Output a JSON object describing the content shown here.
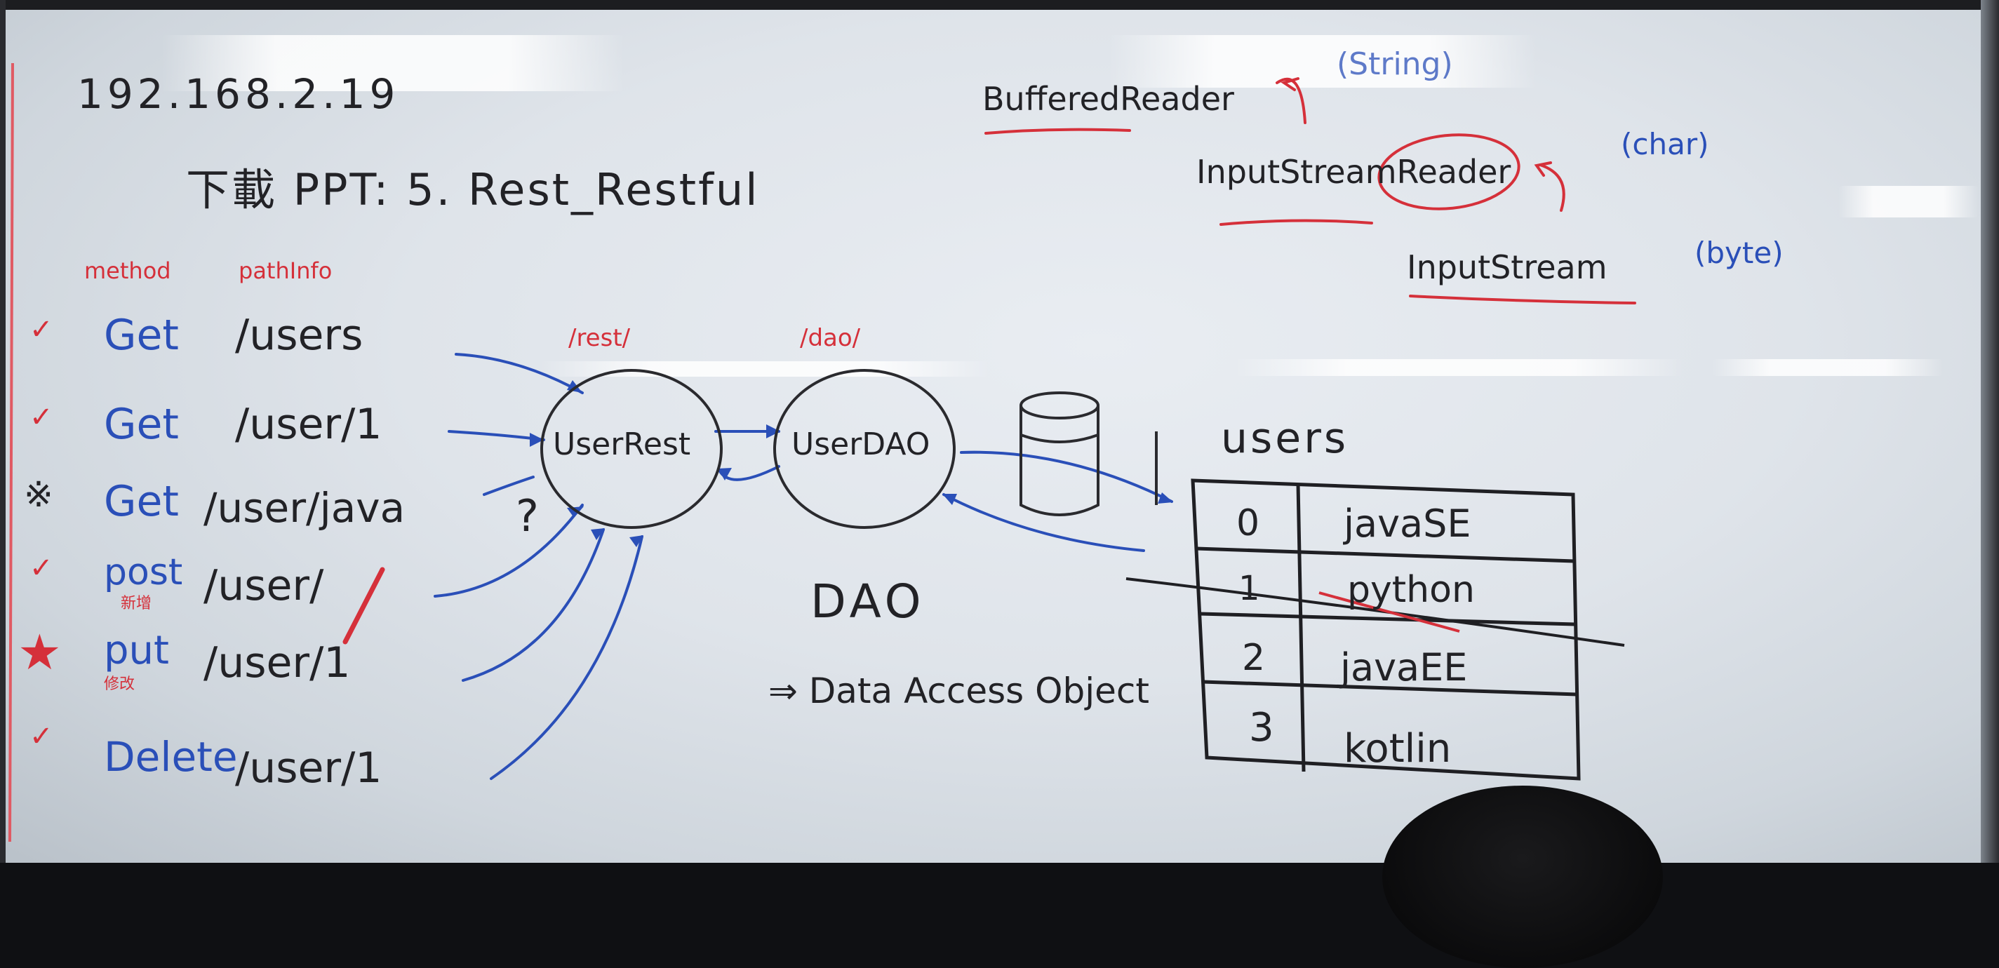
{
  "whiteboard": {
    "ip": "192.168.2.19",
    "download_note": "下載 PPT: 5. Rest_Restful",
    "headers": {
      "method": "method",
      "pathinfo": "pathInfo"
    },
    "routes": [
      {
        "mark": "✓",
        "method": "Get",
        "path": "/users",
        "sub": ""
      },
      {
        "mark": "✓",
        "method": "Get",
        "path": "/user/1",
        "sub": ""
      },
      {
        "mark": "※",
        "method": "Get",
        "path": "/user/java",
        "sub": ""
      },
      {
        "mark": "✓",
        "method": "post",
        "path": "/user/",
        "sub": "新增"
      },
      {
        "mark": "★",
        "method": "put",
        "path": "/user/1",
        "sub": "修改"
      },
      {
        "mark": "✓",
        "method": "Delete",
        "path": "/user/1",
        "sub": ""
      }
    ],
    "question_mark": "?",
    "nodes": {
      "rest_label": "/rest/",
      "rest": "UserRest",
      "dao_label": "/dao/",
      "dao": "UserDAO"
    },
    "dao_title": "DAO",
    "dao_desc": "⇒ Data Access Object",
    "table": {
      "title": "users",
      "rows": [
        {
          "id": "0",
          "name": "javaSE"
        },
        {
          "id": "1",
          "name": "python"
        },
        {
          "id": "2",
          "name": "javaEE"
        },
        {
          "id": "3",
          "name": "kotlin"
        }
      ]
    },
    "streams": {
      "buffered": "BufferedReader",
      "buffered_type": "(String)",
      "isr": "InputStreamReader",
      "isr_type": "(char)",
      "is": "InputStream",
      "is_type": "(byte)"
    },
    "colors": {
      "ink_black": "#222226",
      "ink_blue": "#2a4fb8",
      "ink_red": "#d5303a"
    }
  }
}
